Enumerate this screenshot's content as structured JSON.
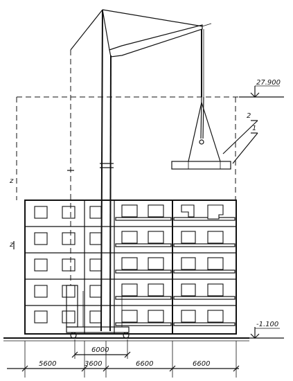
{
  "elevations": {
    "top": "27.900",
    "bottom": "-1.100"
  },
  "callouts": {
    "first": "1",
    "second": "2"
  },
  "dimensions": {
    "span_left": "5600",
    "span_crane": "3600",
    "span_mid": "6600",
    "span_right": "6600",
    "track_width": "6000"
  },
  "side_marks": {
    "upper": "z",
    "lower": "z"
  }
}
